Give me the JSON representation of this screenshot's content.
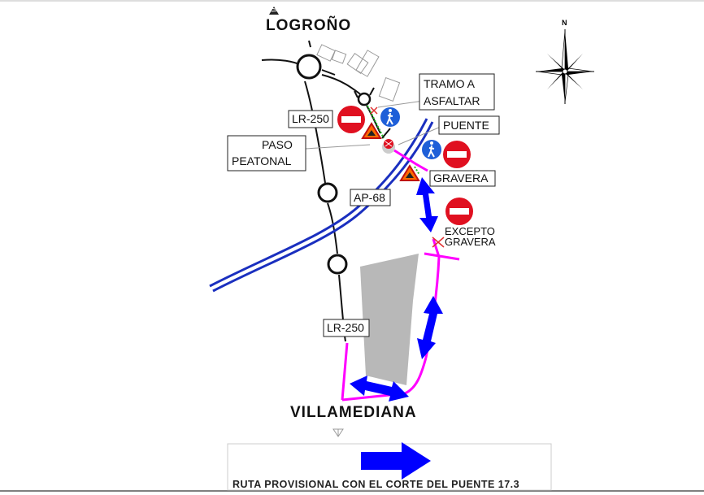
{
  "towns": {
    "top": "LOGROÑO",
    "bottom": "VILLAMEDIANA"
  },
  "roads": {
    "lr250_north": "LR-250",
    "lr250_south": "LR-250",
    "ap68": "AP-68"
  },
  "labels": {
    "tramo_line1": "TRAMO A",
    "tramo_line2": "ASFALTAR",
    "puente": "PUENTE",
    "paso_line1": "PASO",
    "paso_line2": "PEATONAL",
    "gravera": "GRAVERA",
    "excepto_line1": "EXCEPTO",
    "excepto_line2": "GRAVERA"
  },
  "compass": {
    "north": "N"
  },
  "legend": {
    "text": "RUTA PROVISIONAL  CON EL CORTE DEL PUENTE 17.3"
  },
  "colors": {
    "highway": "#1a2fbf",
    "route": "#ff00ff",
    "arrow": "#0000ff",
    "no_entry": "#e01020",
    "pedestrian": "#1e5fd8",
    "work_sign": "#ff6a00",
    "area": "#b8b8b8",
    "path": "#22bb22"
  }
}
